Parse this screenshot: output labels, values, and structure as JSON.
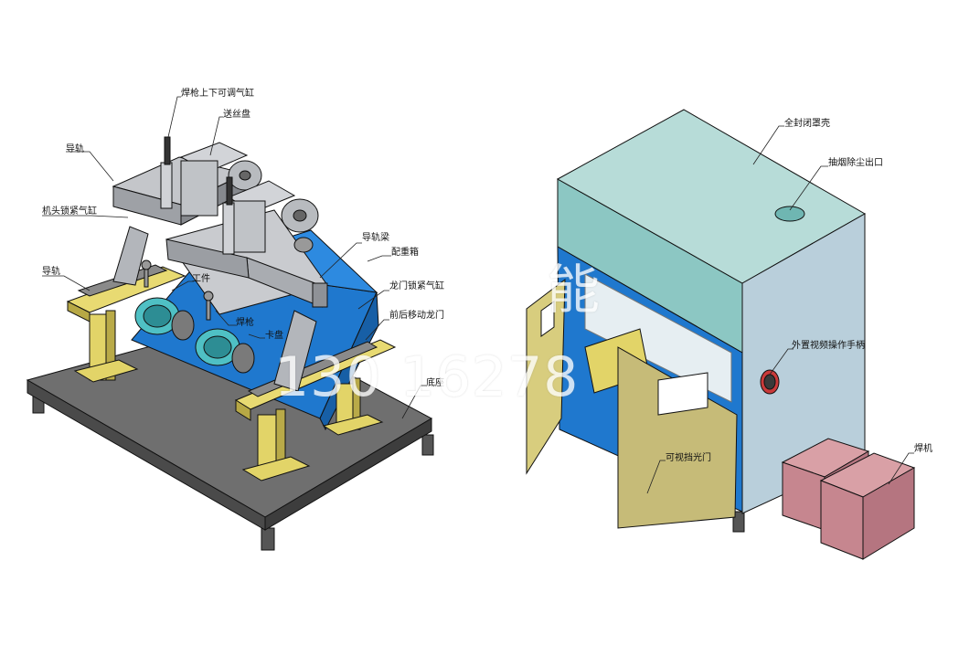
{
  "labels": {
    "torch_cylinder": "焊枪上下可调气缸",
    "wire_feeder": "送丝盘",
    "rail_top": "导轨",
    "head_lock_cylinder": "机头锁紧气缸",
    "rail_left": "导轨",
    "rail_beam": "导轨梁",
    "counterweight": "配重箱",
    "workpiece": "工件",
    "gantry_lock_cylinder": "龙门锁紧气缸",
    "moving_gantry": "前后移动龙门",
    "torch": "焊枪",
    "chuck": "卡盘",
    "base": "底座",
    "enclosure": "全封闭罩壳",
    "dust_outlet": "抽烟除尘出口",
    "video_pendant": "外置视频操作手柄",
    "viewing_door": "可视挡光门",
    "welder": "焊机"
  },
  "watermark": {
    "brand": "能",
    "phone": "130  16278"
  },
  "colors": {
    "base": "#5b5b5b",
    "base_top": "#6e6e6e",
    "rail_yellow": "#e2d468",
    "gantry_blue": "#1f78ce",
    "steel": "#b7b9bd",
    "enclosure_front": "#8cc7c3",
    "enclosure_side": "#b9cfdb",
    "door": "#c6bb78",
    "welder": "#c6868f"
  }
}
